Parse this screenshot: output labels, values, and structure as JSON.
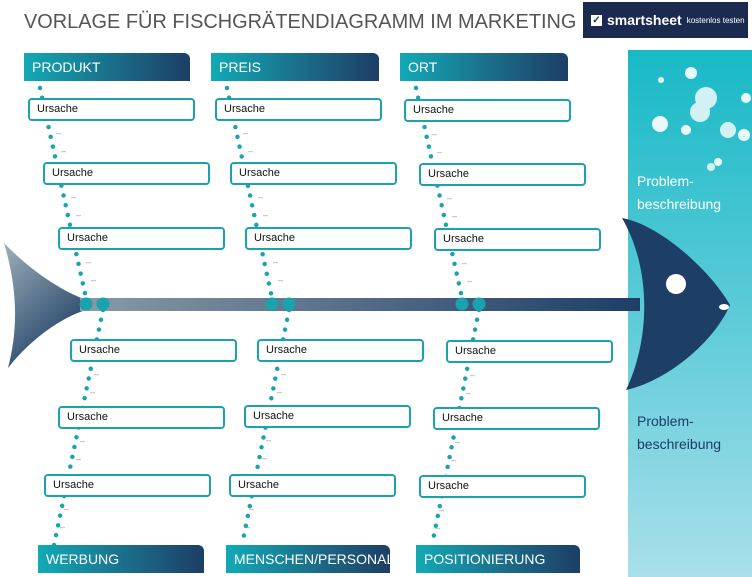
{
  "title": "VORLAGE FÜR FISCHGRÄTENDIAGRAMM IM MARKETING",
  "brand": {
    "name": "smartsheet",
    "cta": "kostenlos testen",
    "check": "✓"
  },
  "problem": {
    "top": [
      "Problem-",
      "beschreibung"
    ],
    "bottom": [
      "Problem-",
      "beschreibung"
    ]
  },
  "categories": {
    "top": [
      "PRODUKT",
      "PREIS",
      "ORT"
    ],
    "bottom": [
      "WERBUNG",
      "MENSCHEN/PERSONAL",
      "POSITIONIERUNG"
    ]
  },
  "cause_label": "Ursache",
  "subcause_marker": "–",
  "colors": {
    "accent": "#1aa3ae",
    "navy": "#1d3e66",
    "panel_top": "#18b9c6",
    "panel_bottom": "#a9dfea"
  }
}
